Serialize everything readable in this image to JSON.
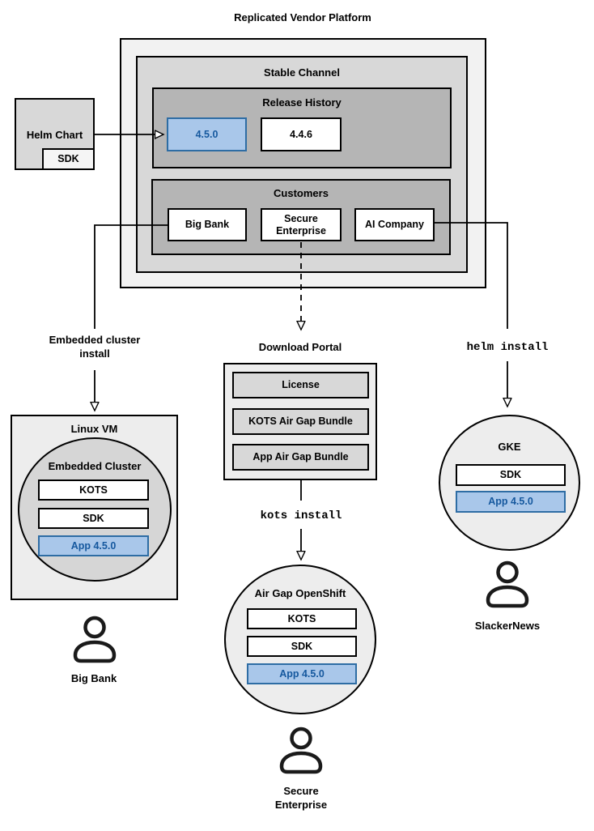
{
  "title": "Replicated Vendor Platform",
  "colors": {
    "accent_fill": "#a9c7ea",
    "accent_border": "#2e6da4",
    "accent_text": "#15589e",
    "gray_lightest": "#f2f2f2",
    "gray_mid": "#d8d8d8",
    "gray_dark": "#b5b5b5"
  },
  "icons": {
    "user": "person-outline"
  },
  "stable_channel": {
    "label": "Stable Channel",
    "release_history": {
      "label": "Release History",
      "releases": [
        {
          "version": "4.5.0",
          "highlighted": true
        },
        {
          "version": "4.4.6",
          "highlighted": false
        }
      ]
    },
    "customers": {
      "label": "Customers",
      "items": [
        {
          "name": "Big Bank"
        },
        {
          "name": "Secure Enterprise"
        },
        {
          "name": "AI Company"
        }
      ]
    }
  },
  "helm_chart": {
    "label": "Helm Chart",
    "sdk": "SDK"
  },
  "left_flow": {
    "arrow_label": "Embedded cluster install",
    "vm": {
      "label": "Linux VM",
      "cluster": {
        "label": "Embedded Cluster",
        "components": [
          "KOTS",
          "SDK",
          "App 4.5.0"
        ]
      }
    },
    "user": "Big Bank"
  },
  "middle_flow": {
    "portal": {
      "label": "Download Portal",
      "items": [
        "License",
        "KOTS Air Gap Bundle",
        "App Air Gap Bundle"
      ]
    },
    "command": "kots install",
    "cluster": {
      "label": "Air Gap OpenShift",
      "components": [
        "KOTS",
        "SDK",
        "App 4.5.0"
      ]
    },
    "user": "Secure Enterprise"
  },
  "right_flow": {
    "command": "helm install",
    "cluster": {
      "label": "GKE",
      "components": [
        "SDK",
        "App 4.5.0"
      ]
    },
    "user": "SlackerNews"
  }
}
